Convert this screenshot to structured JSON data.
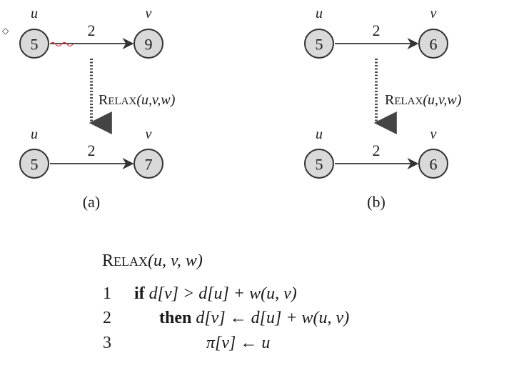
{
  "diagram_a": {
    "top": {
      "u_label": "u",
      "v_label": "v",
      "u_value": "5",
      "v_value": "9",
      "weight": "2"
    },
    "relax_first": "R",
    "relax_rest": "ELAX",
    "relax_args": "(u,v,w)",
    "bottom": {
      "u_label": "u",
      "v_label": "v",
      "u_value": "5",
      "v_value": "7",
      "weight": "2"
    },
    "caption": "(a)"
  },
  "diagram_b": {
    "top": {
      "u_label": "u",
      "v_label": "v",
      "u_value": "5",
      "v_value": "6",
      "weight": "2"
    },
    "relax_first": "R",
    "relax_rest": "ELAX",
    "relax_args": "(u,v,w)",
    "bottom": {
      "u_label": "u",
      "v_label": "v",
      "u_value": "5",
      "v_value": "6",
      "weight": "2"
    },
    "caption": "(b)"
  },
  "pseudocode": {
    "header_first": "R",
    "header_rest": "ELAX",
    "header_args": "(u, v, w)",
    "lines": [
      {
        "num": "1",
        "keyword": "if",
        "code": "d[v] > d[u] + w(u, v)"
      },
      {
        "num": "2",
        "keyword": "then",
        "code": "d[v] ← d[u] + w(u, v)"
      },
      {
        "num": "3",
        "keyword": "",
        "code": "π[v] ← u"
      }
    ]
  }
}
